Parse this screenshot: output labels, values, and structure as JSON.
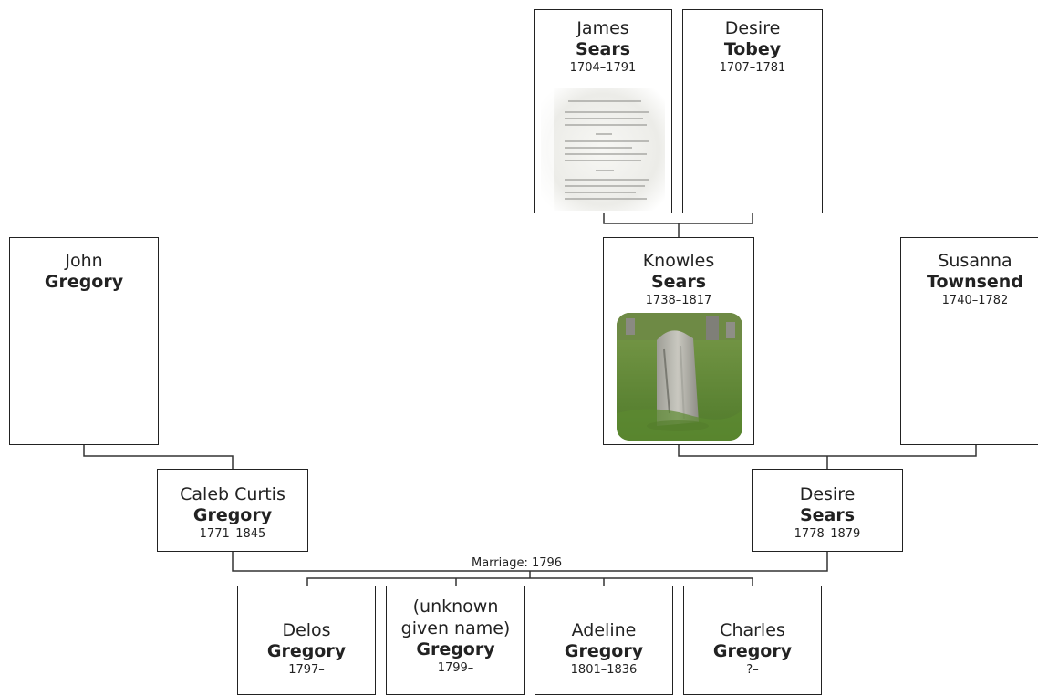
{
  "people": {
    "james_sears": {
      "given": "James",
      "surname": "Sears",
      "dates": "1704–1791"
    },
    "desire_tobey": {
      "given": "Desire",
      "surname": "Tobey",
      "dates": "1707–1781"
    },
    "john_gregory": {
      "given": "John",
      "surname": "Gregory"
    },
    "knowles_sears": {
      "given": "Knowles",
      "surname": "Sears",
      "dates": "1738–1817"
    },
    "susanna_townsend": {
      "given": "Susanna",
      "surname": "Townsend",
      "dates": "1740–1782"
    },
    "caleb_gregory": {
      "given": "Caleb Curtis",
      "surname": "Gregory",
      "dates": "1771–1845"
    },
    "desire_sears": {
      "given": "Desire",
      "surname": "Sears",
      "dates": "1778–1879"
    },
    "delos_gregory": {
      "given": "Delos",
      "surname": "Gregory",
      "dates": "1797–"
    },
    "unknown_gregory": {
      "given": "(unknown given name)",
      "surname": "Gregory",
      "dates": "1799–"
    },
    "adeline_gregory": {
      "given": "Adeline",
      "surname": "Gregory",
      "dates": "1801–1836"
    },
    "charles_gregory": {
      "given": "Charles",
      "surname": "Gregory",
      "dates": "?–"
    }
  },
  "marriage": {
    "label": "Marriage: 1796"
  },
  "colors": {
    "border": "#222222",
    "line": "#333333",
    "background": "#ffffff"
  }
}
